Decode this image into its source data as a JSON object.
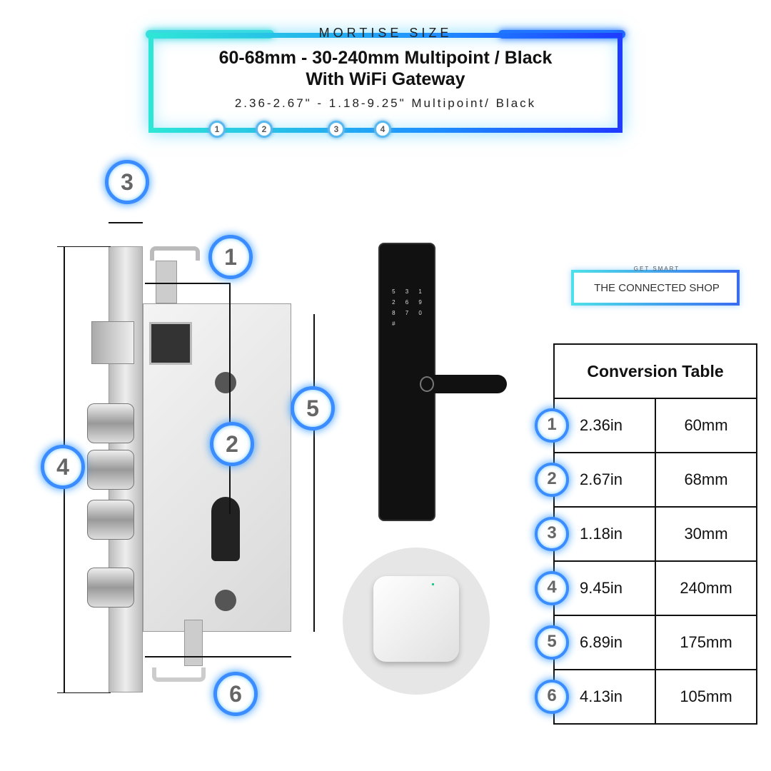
{
  "header": {
    "eyebrow": "MORTISE SIZE",
    "title_line1": "60-68mm - 30-240mm Multipoint / Black",
    "title_line2": "With WiFi Gateway",
    "subtitle": "2.36-2.67\" - 1.18-9.25\" Multipoint/ Black",
    "markers": [
      "1",
      "2",
      "3",
      "4"
    ]
  },
  "diagram": {
    "callouts": {
      "c1": "1",
      "c2": "2",
      "c3": "3",
      "c4": "4",
      "c5": "5",
      "c6": "6"
    },
    "keypad": [
      "5",
      "3",
      "1",
      "2",
      "6",
      "9",
      "8",
      "7",
      "0",
      "#"
    ]
  },
  "logo": {
    "tagline": "GET SMART",
    "name": "THE CONNECTED SHOP"
  },
  "table": {
    "title": "Conversion Table",
    "rows": [
      {
        "num": "1",
        "inches": "2.36in",
        "mm": "60mm"
      },
      {
        "num": "2",
        "inches": "2.67in",
        "mm": "68mm"
      },
      {
        "num": "3",
        "inches": "1.18in",
        "mm": "30mm"
      },
      {
        "num": "4",
        "inches": "9.45in",
        "mm": "240mm"
      },
      {
        "num": "5",
        "inches": "6.89in",
        "mm": "175mm"
      },
      {
        "num": "6",
        "inches": "4.13in",
        "mm": "105mm"
      }
    ]
  }
}
